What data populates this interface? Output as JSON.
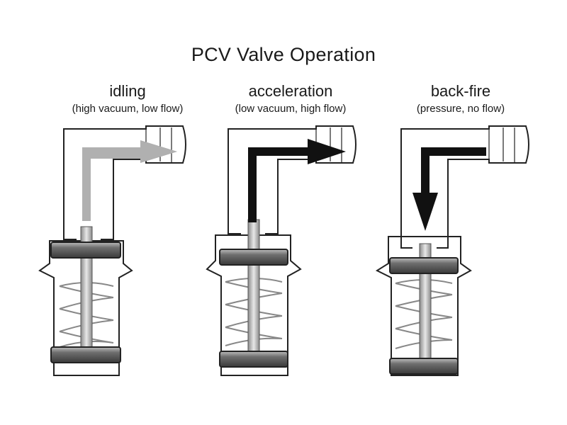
{
  "title": "PCV Valve Operation",
  "panels": [
    {
      "name": "idling",
      "subtitle": "(high vacuum, low flow)",
      "arrow": "gray",
      "plunger_state": "partially open"
    },
    {
      "name": "acceleration",
      "subtitle": "(low vacuum, high flow)",
      "arrow": "black",
      "plunger_state": "fully open"
    },
    {
      "name": "back-fire",
      "subtitle": "(pressure, no flow)",
      "arrow": "black",
      "plunger_state": "closed"
    }
  ],
  "colors": {
    "outline": "#222222",
    "arrow_gray": "#b0b0b0",
    "arrow_black": "#111111",
    "disc_fill": "#7a7a7a",
    "spring": "#999999"
  }
}
